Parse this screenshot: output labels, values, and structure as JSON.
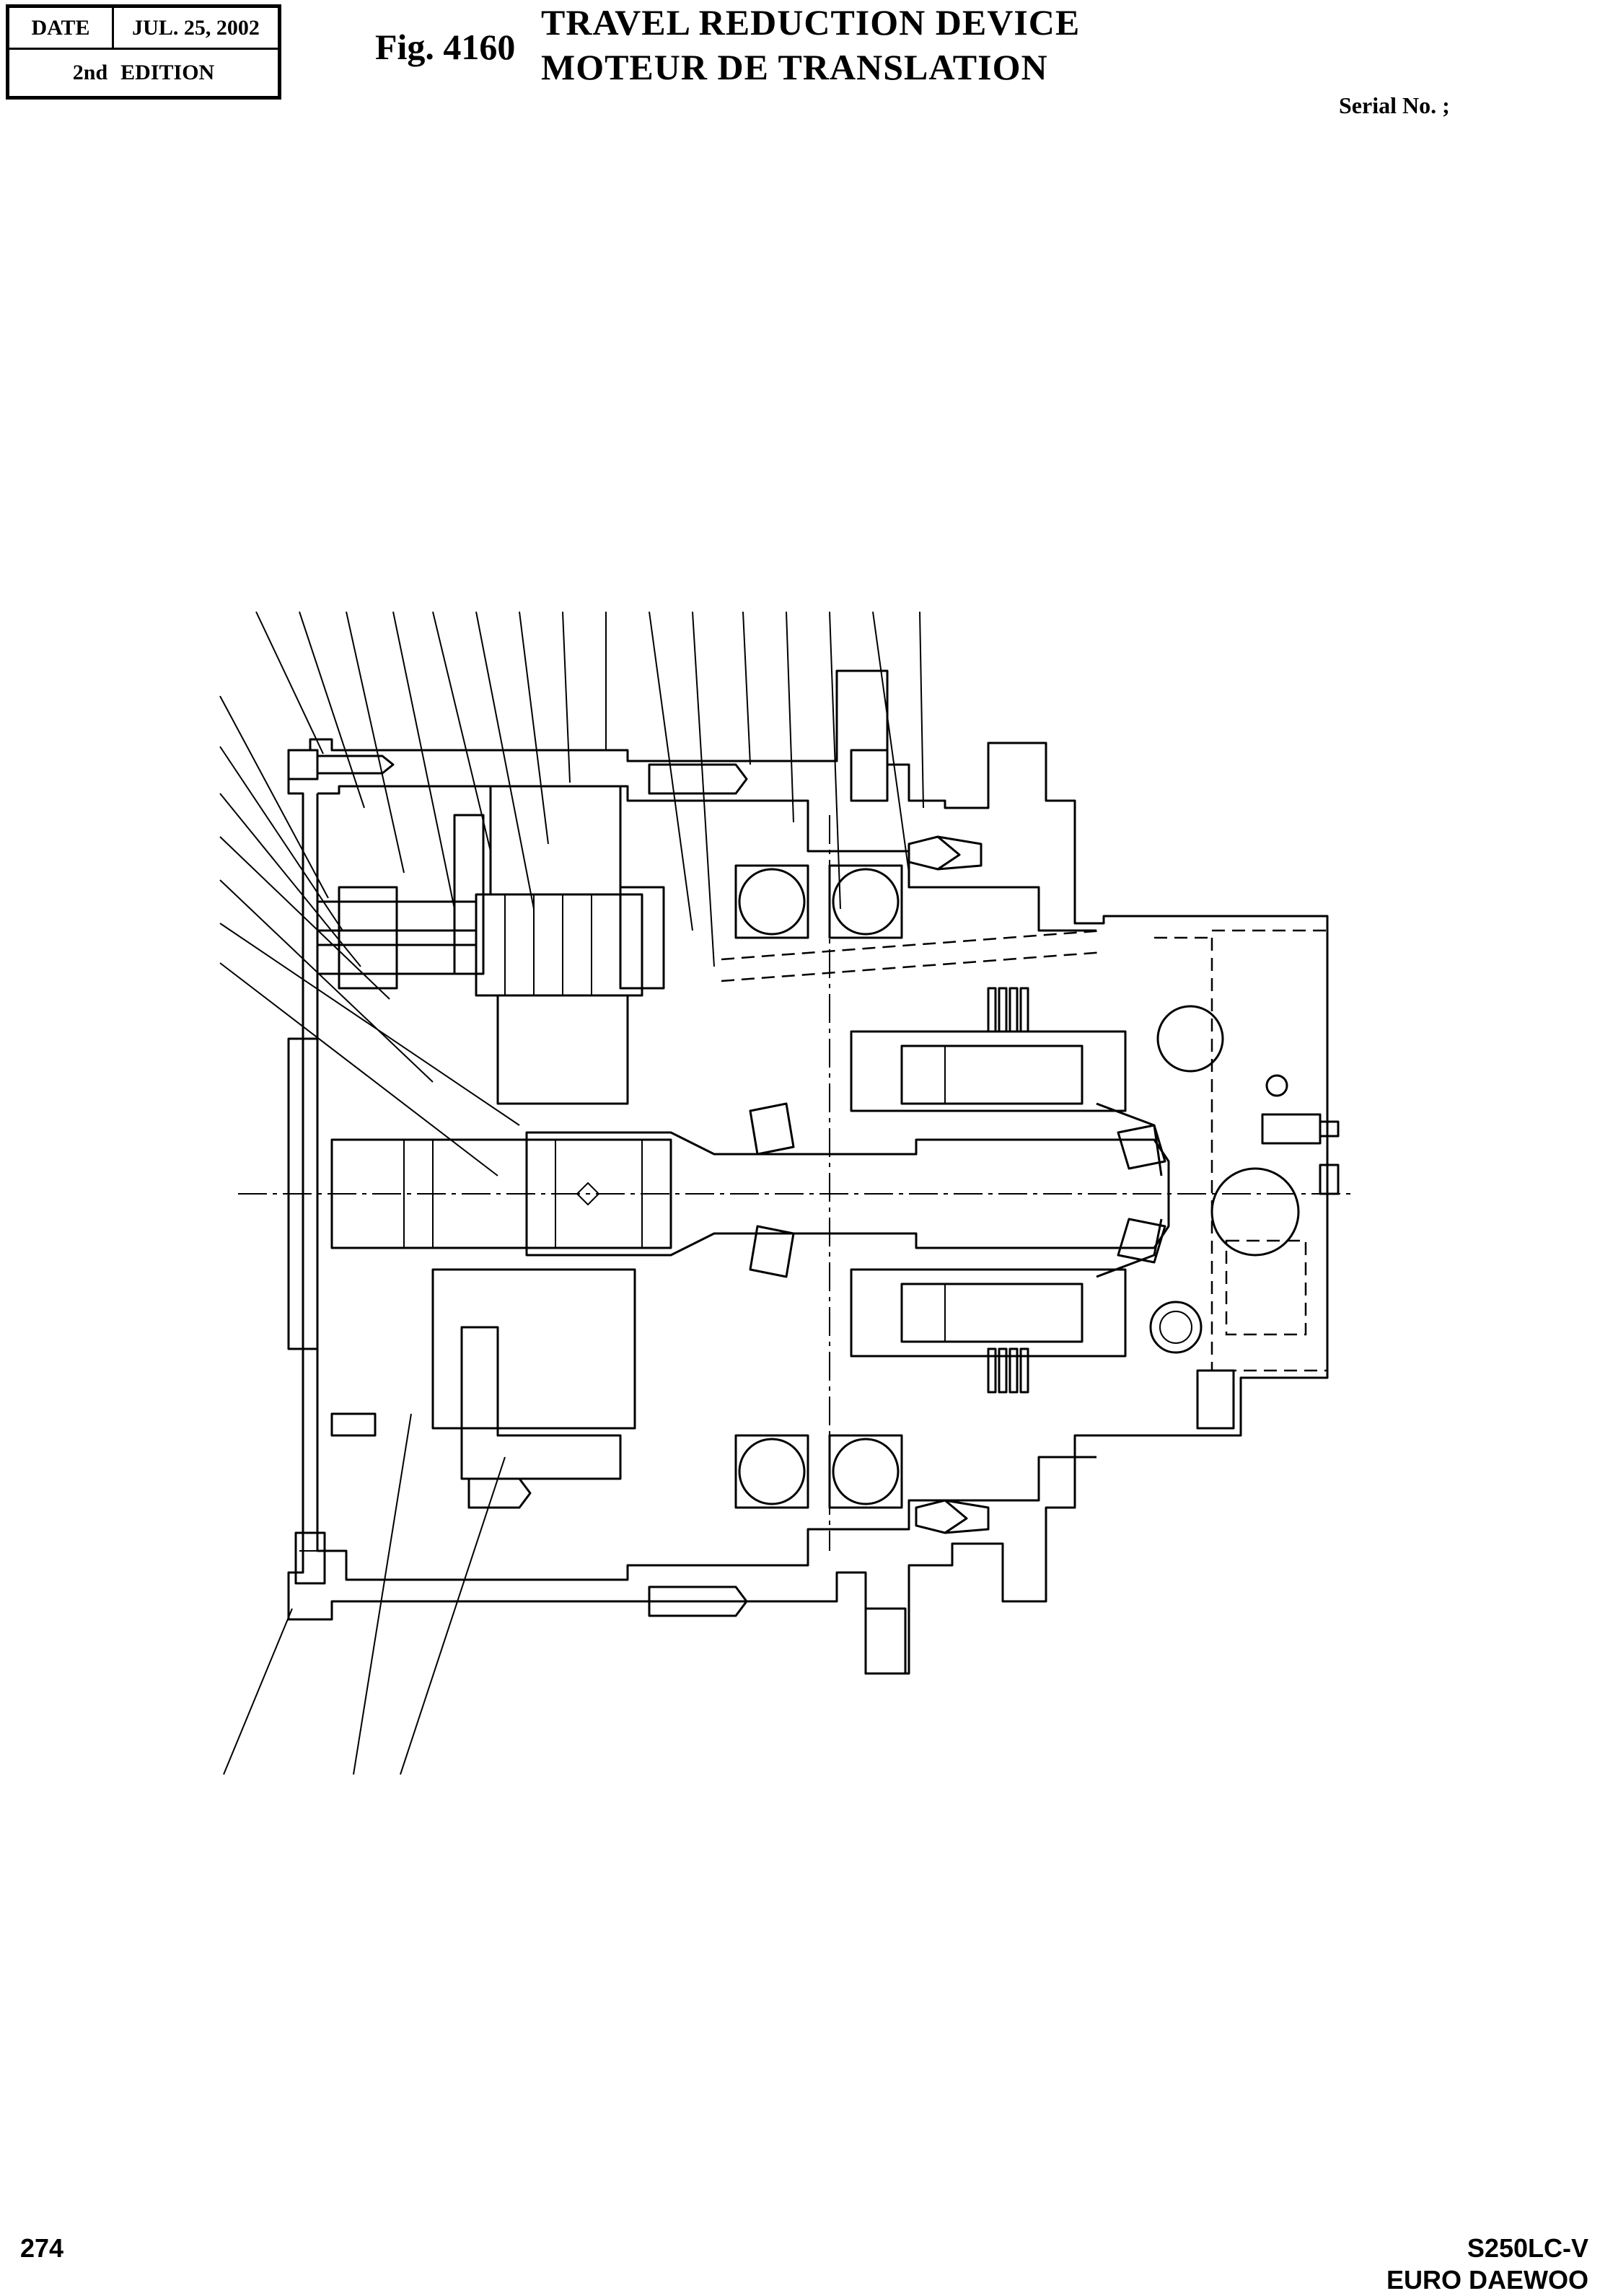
{
  "header": {
    "date_label": "DATE",
    "date_value": "JUL. 25, 2002",
    "edition_ordinal": "2nd",
    "edition_label": "EDITION",
    "fig_label": "Fig. 4160",
    "title_en": "TRAVEL REDUCTION DEVICE",
    "title_fr": "MOTEUR DE TRANSLATION",
    "serial_label": "Serial No. ;"
  },
  "footer": {
    "page_number": "274",
    "model": "S250LC-V",
    "brand": "EURO DAEWOO"
  }
}
